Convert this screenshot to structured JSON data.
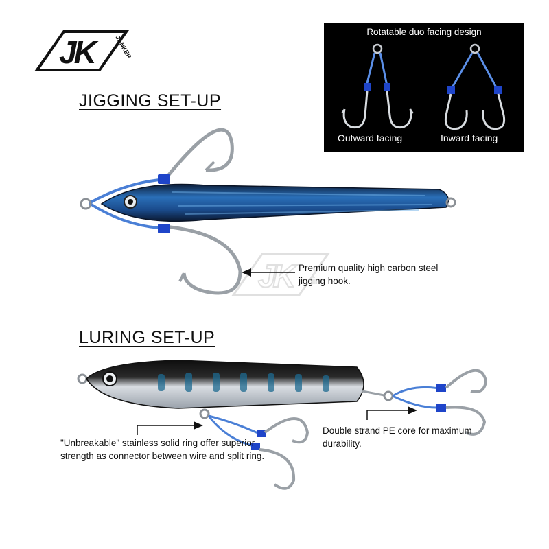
{
  "brand": {
    "logo_mark": "JK",
    "logo_word": "JANKER",
    "logo_icon": "jk-janker-logo"
  },
  "sections": {
    "jigging": {
      "heading": "JIGGING SET-UP"
    },
    "luring": {
      "heading": "LURING SET-UP"
    }
  },
  "panel": {
    "title": "Rotatable duo facing design",
    "left_label": "Outward facing",
    "right_label": "Inward facing"
  },
  "callouts": {
    "hook": "Premium quality high carbon steel jigging hook.",
    "ring": "\"Unbreakable\" stainless solid ring offer superior strength as connector between wire and split ring.",
    "pe_core": "Double strand PE core for maximum durability."
  },
  "colors": {
    "cord_blue": "#4a7fd6",
    "sleeve_blue": "#1f45c9",
    "jig_body": "#1a3f73",
    "lure_back": "#141414",
    "steel": "#9aa0a6"
  }
}
